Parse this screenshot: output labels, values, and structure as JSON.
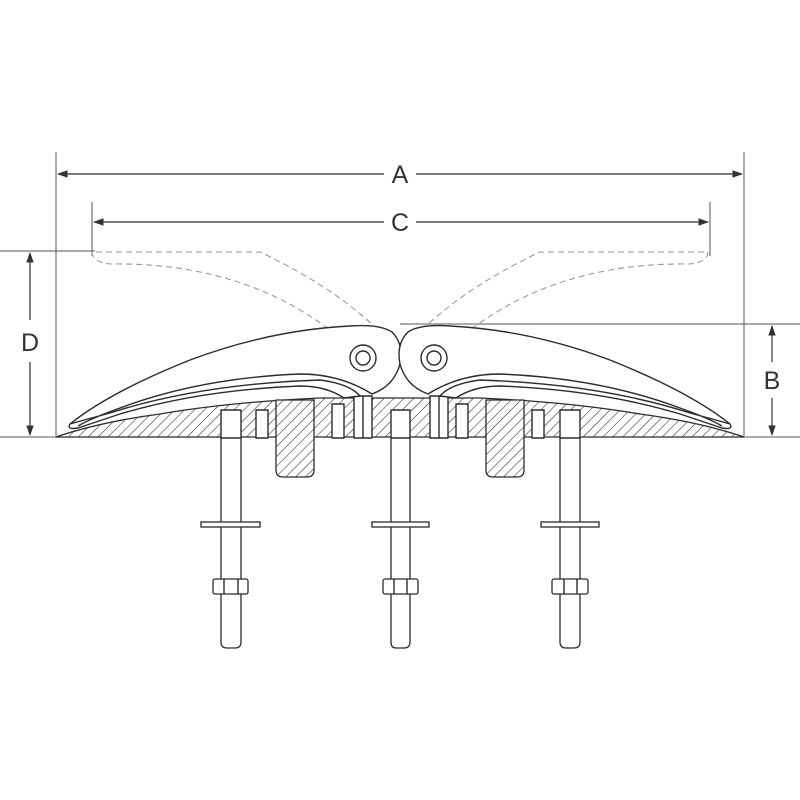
{
  "dimensions": {
    "a": "A",
    "b": "B",
    "c": "C",
    "d": "D"
  },
  "colors": {
    "line": "#2b2b2b",
    "hidden_line": "#9a9a9a",
    "background": "#ffffff"
  }
}
